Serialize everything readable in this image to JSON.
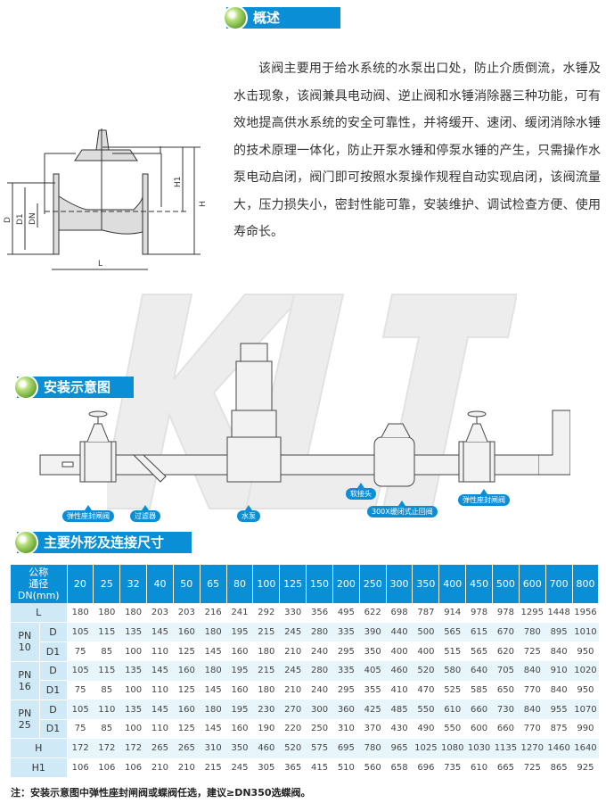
{
  "sections": {
    "overview": "概述",
    "install": "安装示意图",
    "dims": "主要外形及连接尺寸"
  },
  "overview_text": "该阀主要用于给水系统的水泵出口处，防止介质倒流，水锤及水击现象，该阀兼具电动阀、逆止阀和水锤消除器三种功能，可有效地提高供水系统的安全可靠性，并将缓开、速闭、缓闭消除水锤的技术原理一体化，防止开泵水锤和停泵水锤的产生，只需操作水泵电动启闭，阀门即可按照水泵操作规程自动实现启闭，该阀流量大，压力损失小，密封性能可靠，安装维护、调试检查方便、使用寿命长。",
  "drawing_labels": {
    "D": "D",
    "D1": "D1",
    "DN": "DN",
    "L": "L",
    "H": "H",
    "H1": "H1"
  },
  "watermark": "KLT",
  "install_labels": [
    "弹性座封闸阀",
    "过滤器",
    "水泵",
    "软接头",
    "300X缓闭式止回阀",
    "弹性座封闸阀"
  ],
  "table": {
    "header_label": [
      "公称",
      "通径",
      "DN(mm)"
    ],
    "dn": [
      "20",
      "25",
      "32",
      "40",
      "50",
      "65",
      "80",
      "100",
      "125",
      "150",
      "200",
      "250",
      "300",
      "350",
      "400",
      "450",
      "500",
      "600",
      "700",
      "800"
    ],
    "rows": [
      {
        "group": "",
        "label": "L",
        "values": [
          "180",
          "180",
          "180",
          "203",
          "203",
          "216",
          "241",
          "292",
          "330",
          "356",
          "495",
          "622",
          "698",
          "787",
          "914",
          "978",
          "978",
          "1295",
          "1448",
          "1956"
        ]
      },
      {
        "group": "PN 10",
        "label": "D",
        "values": [
          "105",
          "115",
          "135",
          "145",
          "160",
          "180",
          "195",
          "215",
          "245",
          "280",
          "335",
          "390",
          "440",
          "500",
          "565",
          "615",
          "670",
          "780",
          "895",
          "1010"
        ]
      },
      {
        "group": "",
        "label": "D1",
        "values": [
          "75",
          "85",
          "100",
          "110",
          "125",
          "145",
          "160",
          "180",
          "210",
          "240",
          "295",
          "350",
          "400",
          "400",
          "515",
          "565",
          "620",
          "725",
          "840",
          "950"
        ]
      },
      {
        "group": "PN 16",
        "label": "D",
        "values": [
          "105",
          "115",
          "135",
          "145",
          "160",
          "180",
          "195",
          "215",
          "245",
          "280",
          "335",
          "405",
          "460",
          "520",
          "580",
          "640",
          "705",
          "840",
          "910",
          "1020"
        ]
      },
      {
        "group": "",
        "label": "D1",
        "values": [
          "75",
          "85",
          "100",
          "110",
          "125",
          "145",
          "160",
          "180",
          "210",
          "240",
          "295",
          "355",
          "410",
          "470",
          "525",
          "585",
          "650",
          "770",
          "840",
          "950"
        ]
      },
      {
        "group": "PN 25",
        "label": "D",
        "values": [
          "105",
          "110",
          "135",
          "145",
          "160",
          "180",
          "195",
          "230",
          "270",
          "300",
          "360",
          "425",
          "485",
          "550",
          "610",
          "660",
          "730",
          "840",
          "955",
          "1070"
        ]
      },
      {
        "group": "",
        "label": "D1",
        "values": [
          "75",
          "85",
          "100",
          "110",
          "125",
          "145",
          "160",
          "190",
          "220",
          "250",
          "310",
          "370",
          "430",
          "490",
          "550",
          "600",
          "660",
          "770",
          "875",
          "990"
        ]
      },
      {
        "group": "",
        "label": "H",
        "values": [
          "172",
          "172",
          "172",
          "265",
          "265",
          "310",
          "350",
          "460",
          "520",
          "575",
          "695",
          "780",
          "965",
          "1025",
          "1080",
          "1030",
          "1135",
          "1270",
          "1460",
          "1640"
        ]
      },
      {
        "group": "",
        "label": "H1",
        "values": [
          "106",
          "106",
          "106",
          "210",
          "210",
          "215",
          "245",
          "305",
          "365",
          "415",
          "510",
          "560",
          "658",
          "696",
          "735",
          "610",
          "665",
          "725",
          "865",
          "925"
        ]
      }
    ]
  },
  "note": "注：安装示意图中弹性座封闸阀或蝶阀任选，建议≥DN350选蝶阀。"
}
